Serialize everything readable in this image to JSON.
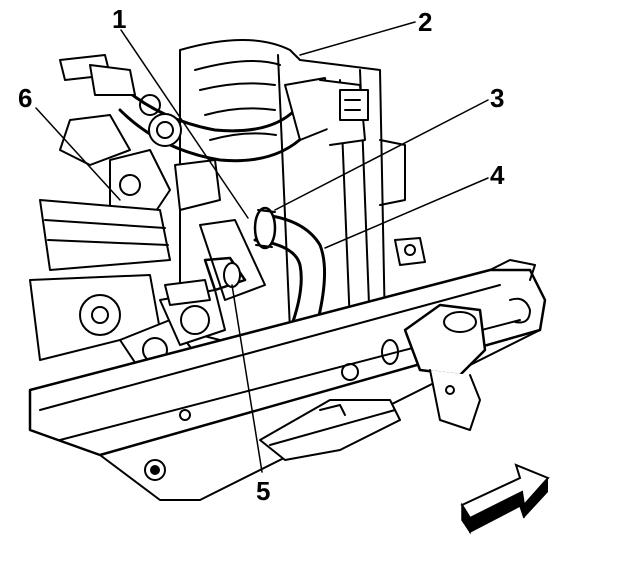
{
  "callouts": {
    "c1": "1",
    "c2": "2",
    "c3": "3",
    "c4": "4",
    "c5": "5",
    "c6": "6"
  },
  "icons": {
    "direction_arrow": "front-direction-arrow-icon"
  },
  "colors": {
    "ink": "#000000",
    "paper": "#ffffff"
  }
}
